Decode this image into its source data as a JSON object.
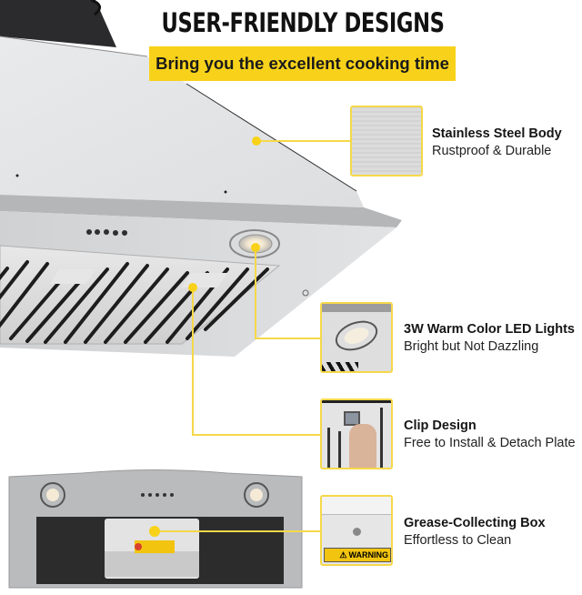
{
  "header": {
    "title": "USER-FRIENDLY DESIGNS",
    "subtitle": "Bring you the excellent cooking time"
  },
  "colors": {
    "accent_yellow": "#f8d21a",
    "callout_line": "#f5d84a",
    "steel": "#d9dadc",
    "text": "#151515"
  },
  "features": [
    {
      "title": "Stainless Steel Body",
      "subtitle": "Rustproof & Durable",
      "icon": "steel-panel-thumbnail"
    },
    {
      "title": "3W Warm Color LED Lights",
      "subtitle": "Bright but Not Dazzling",
      "icon": "led-light-thumbnail"
    },
    {
      "title": "Clip Design",
      "subtitle": "Free to Install & Detach Plate",
      "icon": "clip-thumbnail"
    },
    {
      "title": "Grease-Collecting Box",
      "subtitle": "Effortless to Clean",
      "icon": "grease-box-thumbnail"
    }
  ],
  "labels": {
    "warning": "WARNING"
  }
}
